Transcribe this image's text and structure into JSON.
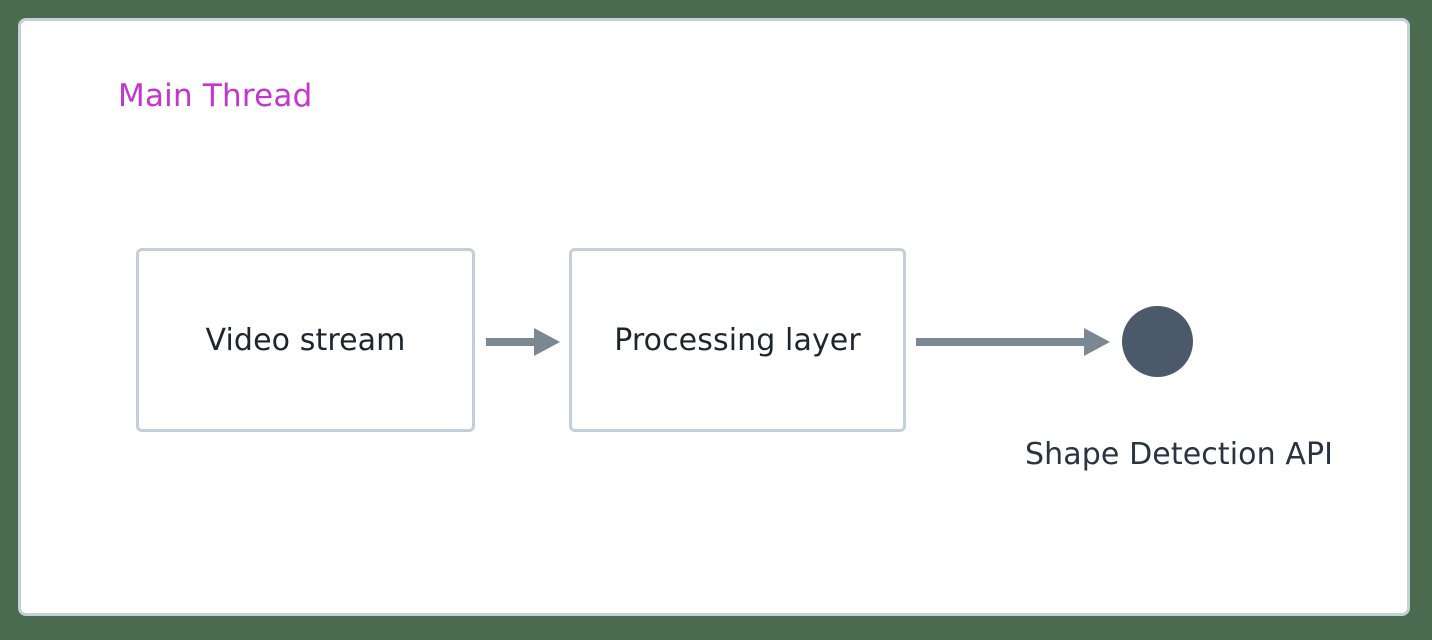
{
  "canvas": {
    "background_color": "#4a6b4f",
    "panel_background": "#ffffff",
    "panel_border_color": "#c3cfd9"
  },
  "diagram": {
    "title": "Main Thread",
    "title_color": "#c436d0",
    "node_border_color": "#c3cfd9",
    "node_text_color": "#1d252d",
    "arrow_color": "#7b8894",
    "endpoint_color": "#4b596a",
    "nodes": [
      {
        "id": "video-stream",
        "label": "Video stream",
        "shape": "rectangle"
      },
      {
        "id": "processing-layer",
        "label": "Processing layer",
        "shape": "rectangle"
      }
    ],
    "endpoint": {
      "id": "shape-detection-api",
      "label": "Shape Detection API",
      "shape": "circle"
    },
    "edges": [
      {
        "id": "video-to-processing",
        "from": "video-stream",
        "to": "processing-layer",
        "label": ""
      },
      {
        "id": "processing-to-api",
        "from": "processing-layer",
        "to": "shape-detection-api",
        "label": ""
      }
    ]
  }
}
